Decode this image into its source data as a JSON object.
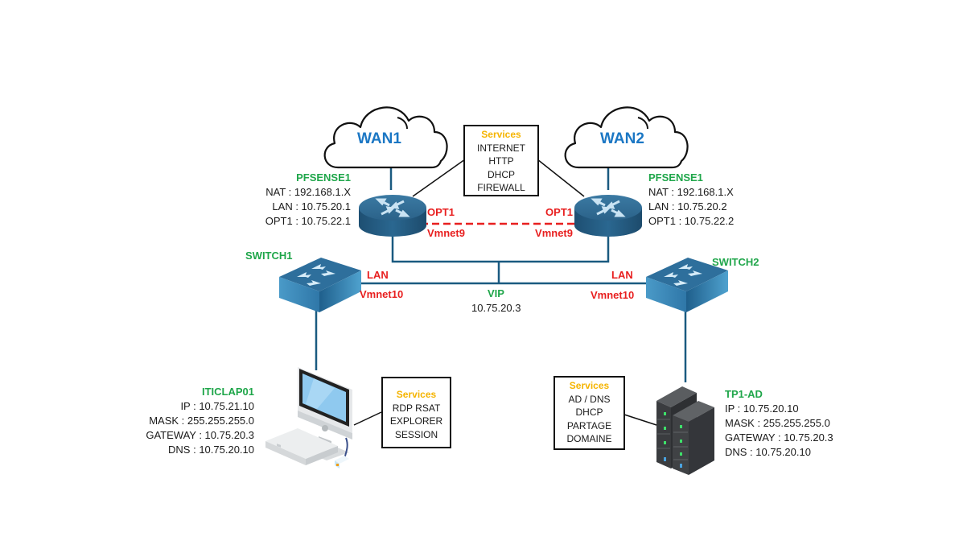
{
  "colors": {
    "device_label": "#1fa64a",
    "interface_label": "#e81f1f",
    "wan_label": "#1b77c4",
    "services_title": "#f5b400",
    "lan_link": "#1a5a80",
    "opt_link": "#e81f1f"
  },
  "clouds": [
    {
      "label": "WAN1",
      "icon": "cloud-icon"
    },
    {
      "label": "WAN2",
      "icon": "cloud-icon"
    }
  ],
  "firewalls": [
    {
      "name": "PFSENSE1",
      "lines": [
        "NAT : 192.168.1.X",
        "LAN : 10.75.20.1",
        "OPT1 : 10.75.22.1"
      ],
      "icon": "router-icon"
    },
    {
      "name": "PFSENSE1",
      "lines": [
        "NAT : 192.168.1.X",
        "LAN : 10.75.20.2",
        "OPT1 : 10.75.22.2"
      ],
      "icon": "router-icon"
    }
  ],
  "firewall_services": {
    "title": "Services",
    "items": [
      "INTERNET",
      "HTTP",
      "DHCP",
      "FIREWALL"
    ]
  },
  "opt_link": {
    "left_iface": "OPT1",
    "left_net": "Vmnet9",
    "right_iface": "OPT1",
    "right_net": "Vmnet9"
  },
  "switches": [
    {
      "name": "SWITCH1",
      "iface": "LAN",
      "net": "Vmnet10",
      "icon": "switch-icon"
    },
    {
      "name": "SWITCH2",
      "iface": "LAN",
      "net": "Vmnet10",
      "icon": "switch-icon"
    }
  ],
  "vip": {
    "label": "VIP",
    "address": "10.75.20.3"
  },
  "client": {
    "name": "ITICLAP01",
    "lines": [
      "IP : 10.75.21.10",
      "MASK : 255.255.255.0",
      "GATEWAY : 10.75.20.3",
      "DNS : 10.75.20.10"
    ],
    "icon": "desktop-computer-icon",
    "services": {
      "title": "Services",
      "items": [
        "RDP RSAT",
        "EXPLORER",
        "SESSION"
      ]
    }
  },
  "server": {
    "name": "TP1-AD",
    "lines": [
      "IP : 10.75.20.10",
      "MASK : 255.255.255.0",
      "GATEWAY : 10.75.20.3",
      "DNS : 10.75.20.10"
    ],
    "icon": "server-rack-icon",
    "services": {
      "title": "Services",
      "items": [
        "AD / DNS",
        "DHCP",
        "PARTAGE",
        "DOMAINE"
      ]
    }
  }
}
